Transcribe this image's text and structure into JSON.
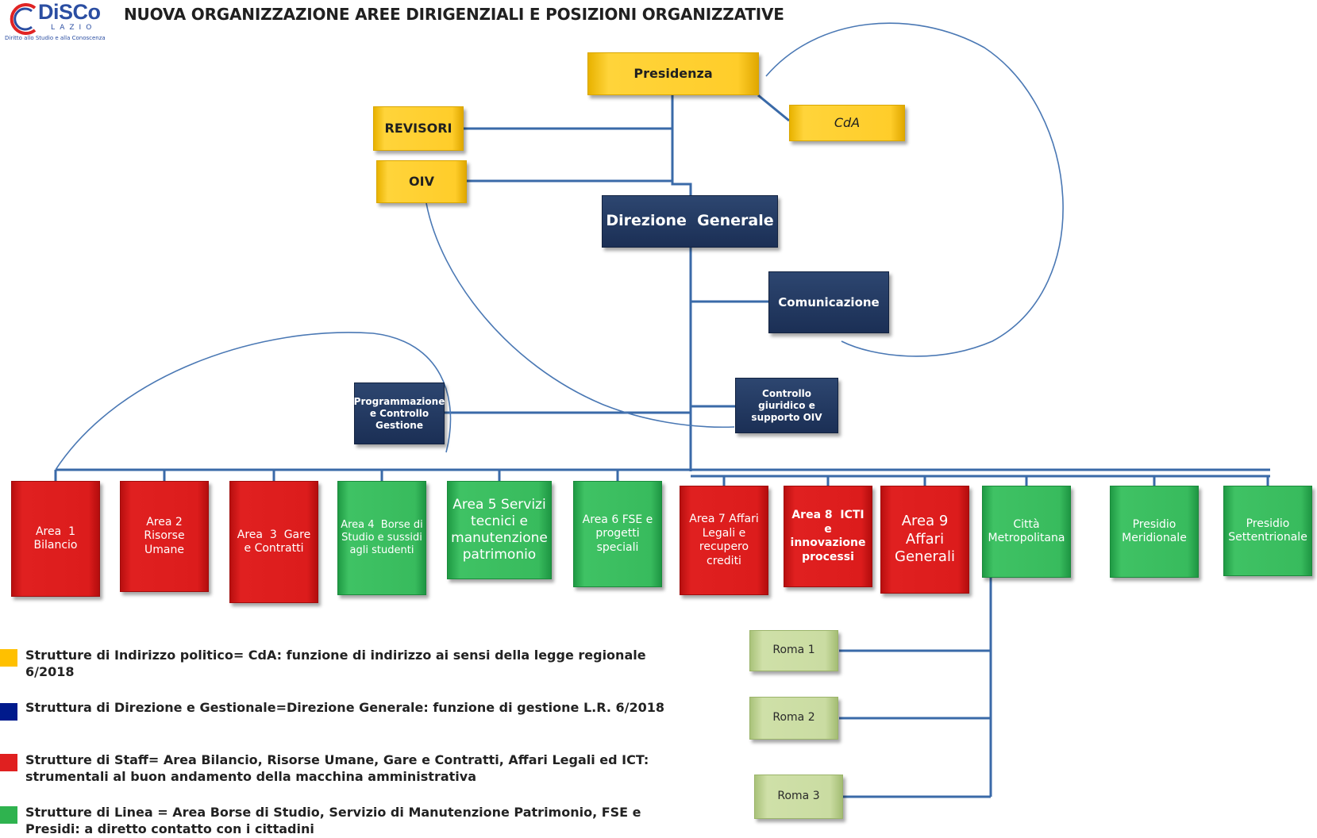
{
  "header": {
    "logo_text": "DiSCo",
    "logo_sub": "LAZIO",
    "logo_tagline": "Diritto allo Studio e alla Conoscenza",
    "title": "NUOVA ORGANIZZAZIONE AREE DIRIGENZIALI E POSIZIONI ORGANIZZATIVE"
  },
  "colors": {
    "politico": "#ffc000",
    "direzione": "#1f3864",
    "staff": "#e02020",
    "linea": "#38bb5d",
    "presidi_sub": "#cadca2",
    "connector": "#3a6aa8"
  },
  "nodes": {
    "presidenza": "Presidenza",
    "cda": "CdA",
    "revisori": "REVISORI",
    "oiv": "OIV",
    "direzione_generale": "Direzione  Generale",
    "comunicazione": "Comunicazione",
    "programmazione": "Programmazione e Controllo Gestione",
    "controllo_giuridico": "Controllo  giuridico e supporto OIV",
    "area1": "Area  1  Bilancio",
    "area2": "Area 2  Risorse Umane",
    "area3": "Area  3  Gare e Contratti",
    "area4": "Area 4  Borse di Studio e sussidi agli studenti",
    "area5": "Area 5 Servizi tecnici e manutenzione patrimonio",
    "area6": "Area 6 FSE e progetti speciali",
    "area7": "Area 7 Affari Legali e recupero crediti",
    "area8": "Area 8  ICTI  e innovazione processi",
    "area9": "Area 9 Affari Generali",
    "citta_metropolitana": "Città Metropolitana",
    "presidio_meridionale": "Presidio Meridionale",
    "presidio_settentrionale": "Presidio Settentrionale",
    "roma1": "Roma 1",
    "roma2": "Roma 2",
    "roma3": "Roma 3"
  },
  "legend": [
    {
      "color": "#ffc000",
      "text": "Strutture di Indirizzo politico= CdA: funzione di indirizzo ai sensi della legge regionale 6/2018"
    },
    {
      "color": "#001a8c",
      "text": "Struttura di Direzione e Gestionale=Direzione Generale: funzione di gestione L.R. 6/2018"
    },
    {
      "color": "#e02020",
      "text": "Strutture di Staff= Area Bilancio, Risorse Umane, Gare e Contratti, Affari Legali ed ICT: strumentali al buon andamento della macchina amministrativa"
    },
    {
      "color": "#2fb34f",
      "text": "Strutture di Linea = Area Borse di Studio, Servizio di Manutenzione Patrimonio, FSE e Presidi: a diretto contatto con i cittadini"
    }
  ]
}
